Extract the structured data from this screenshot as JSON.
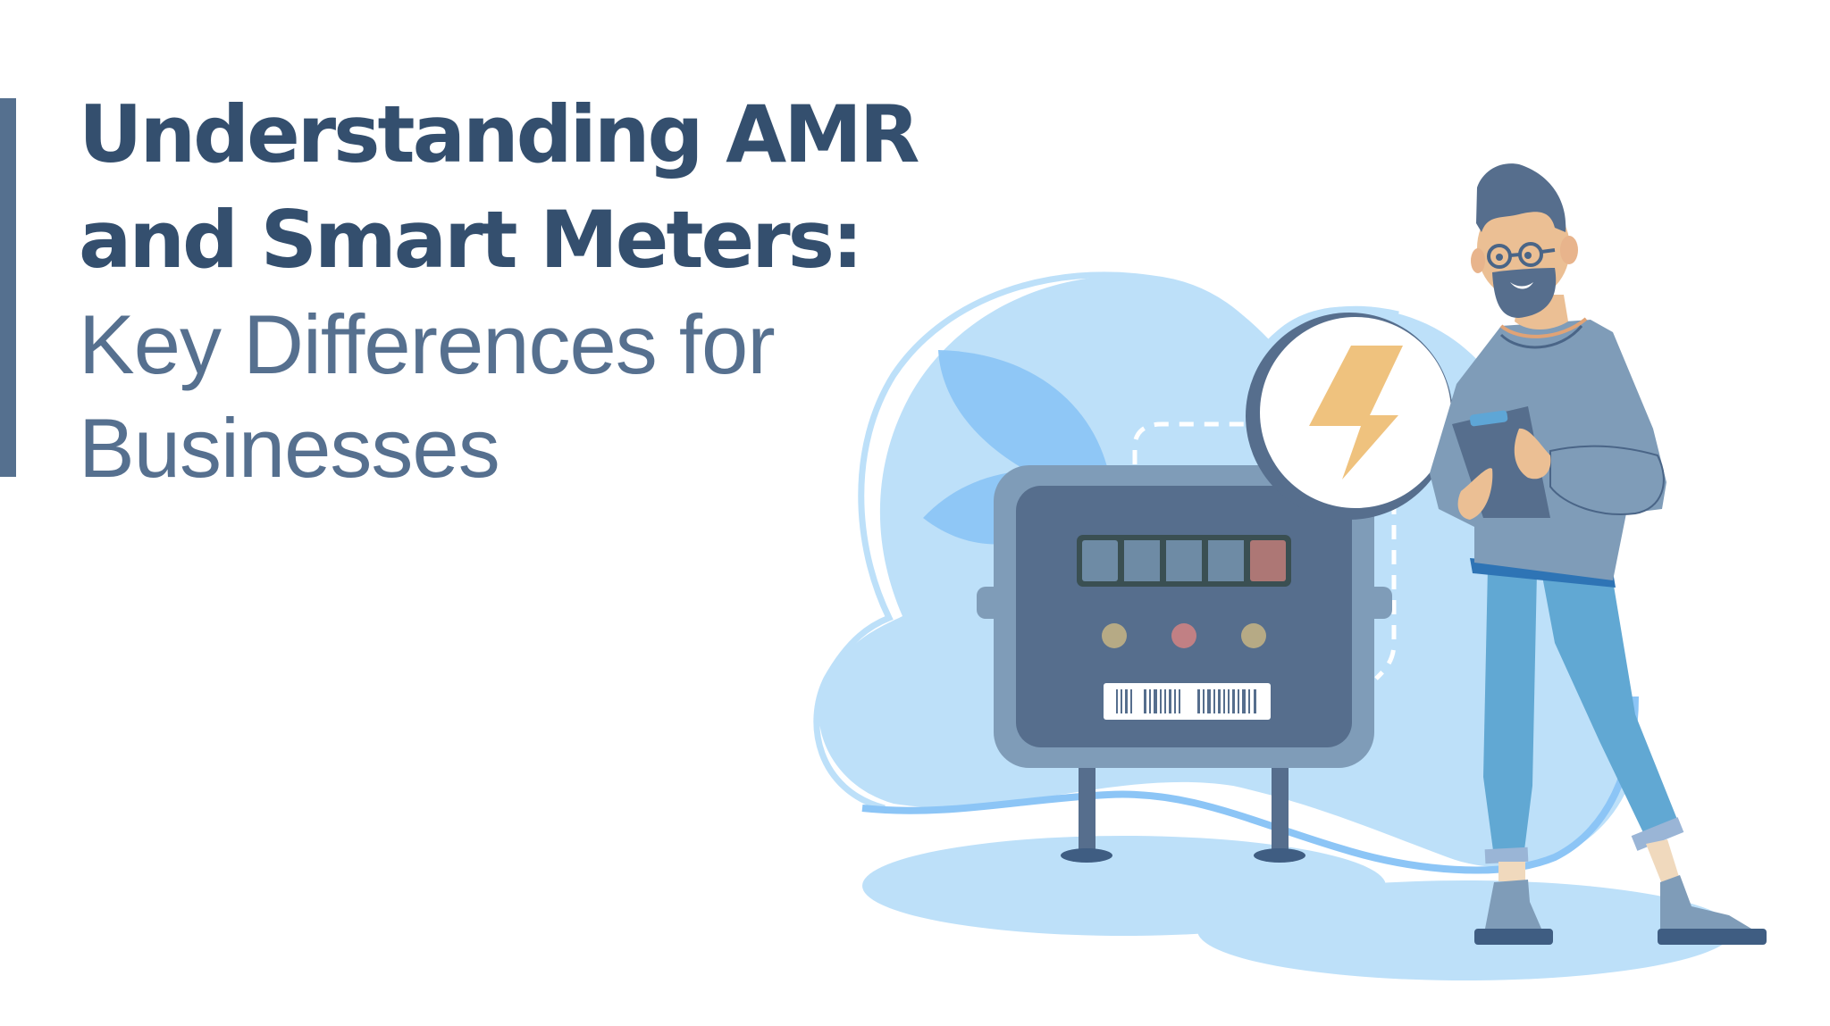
{
  "banner": {
    "title_line_1": "Understanding AMR",
    "title_line_2": "and Smart Meters:",
    "subtitle_line_1": "Key Differences for",
    "subtitle_line_2": "Businesses"
  },
  "illustration": {
    "subject": "man-holding-clipboard-beside-electric-meter",
    "elements": [
      "cloud-background",
      "leaf-shapes",
      "electric-meter",
      "lightning-badge",
      "person",
      "floor-shadow"
    ],
    "meter_display_segments": 5,
    "meter_indicator_lights": 3
  },
  "colors": {
    "title": "#344f6e",
    "subtitle": "#56708f",
    "accent_bar": "#55708f",
    "cloud": "#bde0f9",
    "leaf": "#8cc5f6",
    "meter_frame": "#7f9cb8",
    "meter_panel": "#566e8d",
    "lightning": "#efc27e",
    "jeans": "#61a8d3"
  }
}
